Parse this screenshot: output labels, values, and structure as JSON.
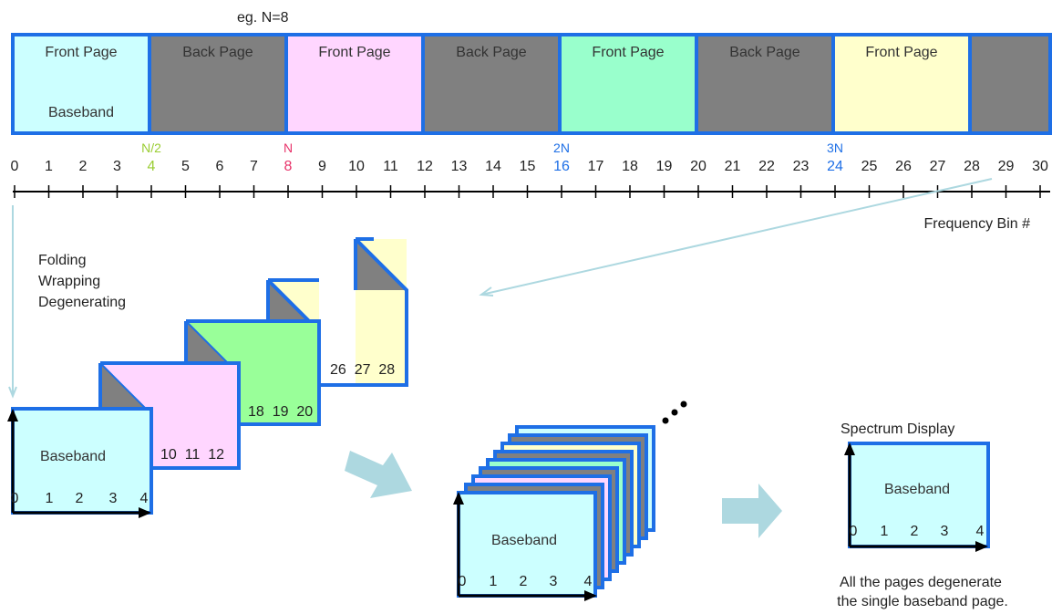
{
  "example_label": "eg. N=8",
  "colors": {
    "border": "#1e6fe6",
    "back": "#808080",
    "front1": "#ccffff",
    "front2": "#ffd6ff",
    "front3": "#99ffcc",
    "front4": "#ffffcc",
    "arrow": "#add8e0"
  },
  "strip": {
    "segments": [
      {
        "type": "front",
        "label": "Front Page",
        "sublabel": "Baseband",
        "color": "#ccffff"
      },
      {
        "type": "back",
        "label": "Back Page",
        "sublabel": "",
        "color": "#808080"
      },
      {
        "type": "front",
        "label": "Front Page",
        "sublabel": "",
        "color": "#ffd6ff"
      },
      {
        "type": "back",
        "label": "Back Page",
        "sublabel": "",
        "color": "#808080"
      },
      {
        "type": "front",
        "label": "Front Page",
        "sublabel": "",
        "color": "#99ffcc"
      },
      {
        "type": "back",
        "label": "Back Page",
        "sublabel": "",
        "color": "#808080"
      },
      {
        "type": "front",
        "label": "Front Page",
        "sublabel": "",
        "color": "#ffffcc"
      },
      {
        "type": "back",
        "label": "",
        "sublabel": "",
        "color": "#808080"
      }
    ]
  },
  "axis": {
    "ticks": [
      "0",
      "1",
      "2",
      "3",
      "4",
      "5",
      "6",
      "7",
      "8",
      "9",
      "10",
      "11",
      "12",
      "13",
      "14",
      "15",
      "16",
      "17",
      "18",
      "19",
      "20",
      "21",
      "22",
      "23",
      "24",
      "25",
      "26",
      "27",
      "28",
      "29",
      "30"
    ],
    "marks": [
      {
        "bin": 4,
        "label": "N/2",
        "color": "#9acd32"
      },
      {
        "bin": 8,
        "label": "N",
        "color": "#e8336a"
      },
      {
        "bin": 16,
        "label": "2N",
        "color": "#1e6fe6"
      },
      {
        "bin": 24,
        "label": "3N",
        "color": "#1e6fe6"
      }
    ],
    "label": "Frequency Bin #"
  },
  "folding_text": [
    "Folding",
    "Wrapping",
    "Degenerating"
  ],
  "stack": {
    "pages": [
      {
        "label": "Baseband",
        "numbers": "",
        "color": "#ccffff"
      },
      {
        "label": "",
        "numbers": "10  11  12",
        "color": "#ffd6ff"
      },
      {
        "label": "",
        "numbers": "18  19  20",
        "color": "#99ffcc"
      },
      {
        "label": "",
        "numbers": "26  27  28",
        "color": "#ffffcc"
      }
    ],
    "baseband_axis": [
      "0",
      "1",
      "2",
      "3",
      "4"
    ]
  },
  "middle": {
    "label": "Baseband",
    "axis": [
      "0",
      "1",
      "2",
      "3",
      "4"
    ]
  },
  "result": {
    "title": "Spectrum Display",
    "label": "Baseband",
    "axis": [
      "0",
      "1",
      "2",
      "3",
      "4"
    ],
    "caption_line1": "All the pages degenerate",
    "caption_line2": "the single baseband page."
  }
}
